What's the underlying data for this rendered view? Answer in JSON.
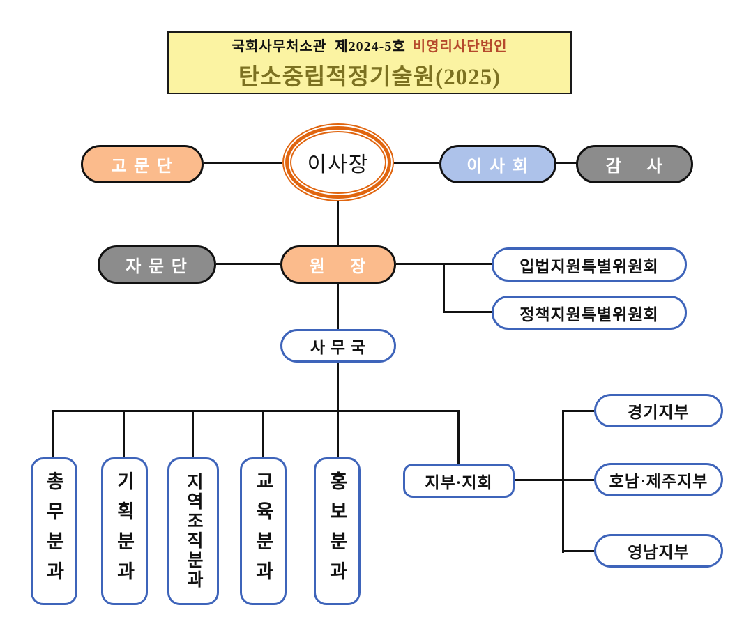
{
  "header": {
    "registration": "국회사무처소관  제2024-5호",
    "org_type": "비영리사단법인",
    "title": "탄소중립적정기술원(2025)"
  },
  "org": {
    "advisory_group": "고 문 단",
    "chairman": "이사장",
    "board": "이 사 회",
    "auditor": "감    사",
    "advisory_committee": "자 문 단",
    "director": "원    장",
    "special_committees": [
      "입법지원특별위원회",
      "정책지원특별위원회"
    ],
    "secretariat": "사 무 국",
    "departments": [
      "총무분과",
      "기획분과",
      "지역조직분과",
      "교육분과",
      "홍보분과"
    ],
    "branch_hub": "지부·지회",
    "branches": [
      "경기지부",
      "호남·제주지부",
      "영남지부"
    ]
  },
  "colors": {
    "banner_bg": "#FBF3A2",
    "banner_title": "#7C7121",
    "org_type_accent": "#B5492C",
    "orange_fill": "#FBBB8C",
    "blue_fill": "#ADC2EA",
    "gray_fill": "#8C8C8C",
    "orange_ring": "#E0650F",
    "blue_border": "#3E64BA",
    "line": "#111111"
  }
}
